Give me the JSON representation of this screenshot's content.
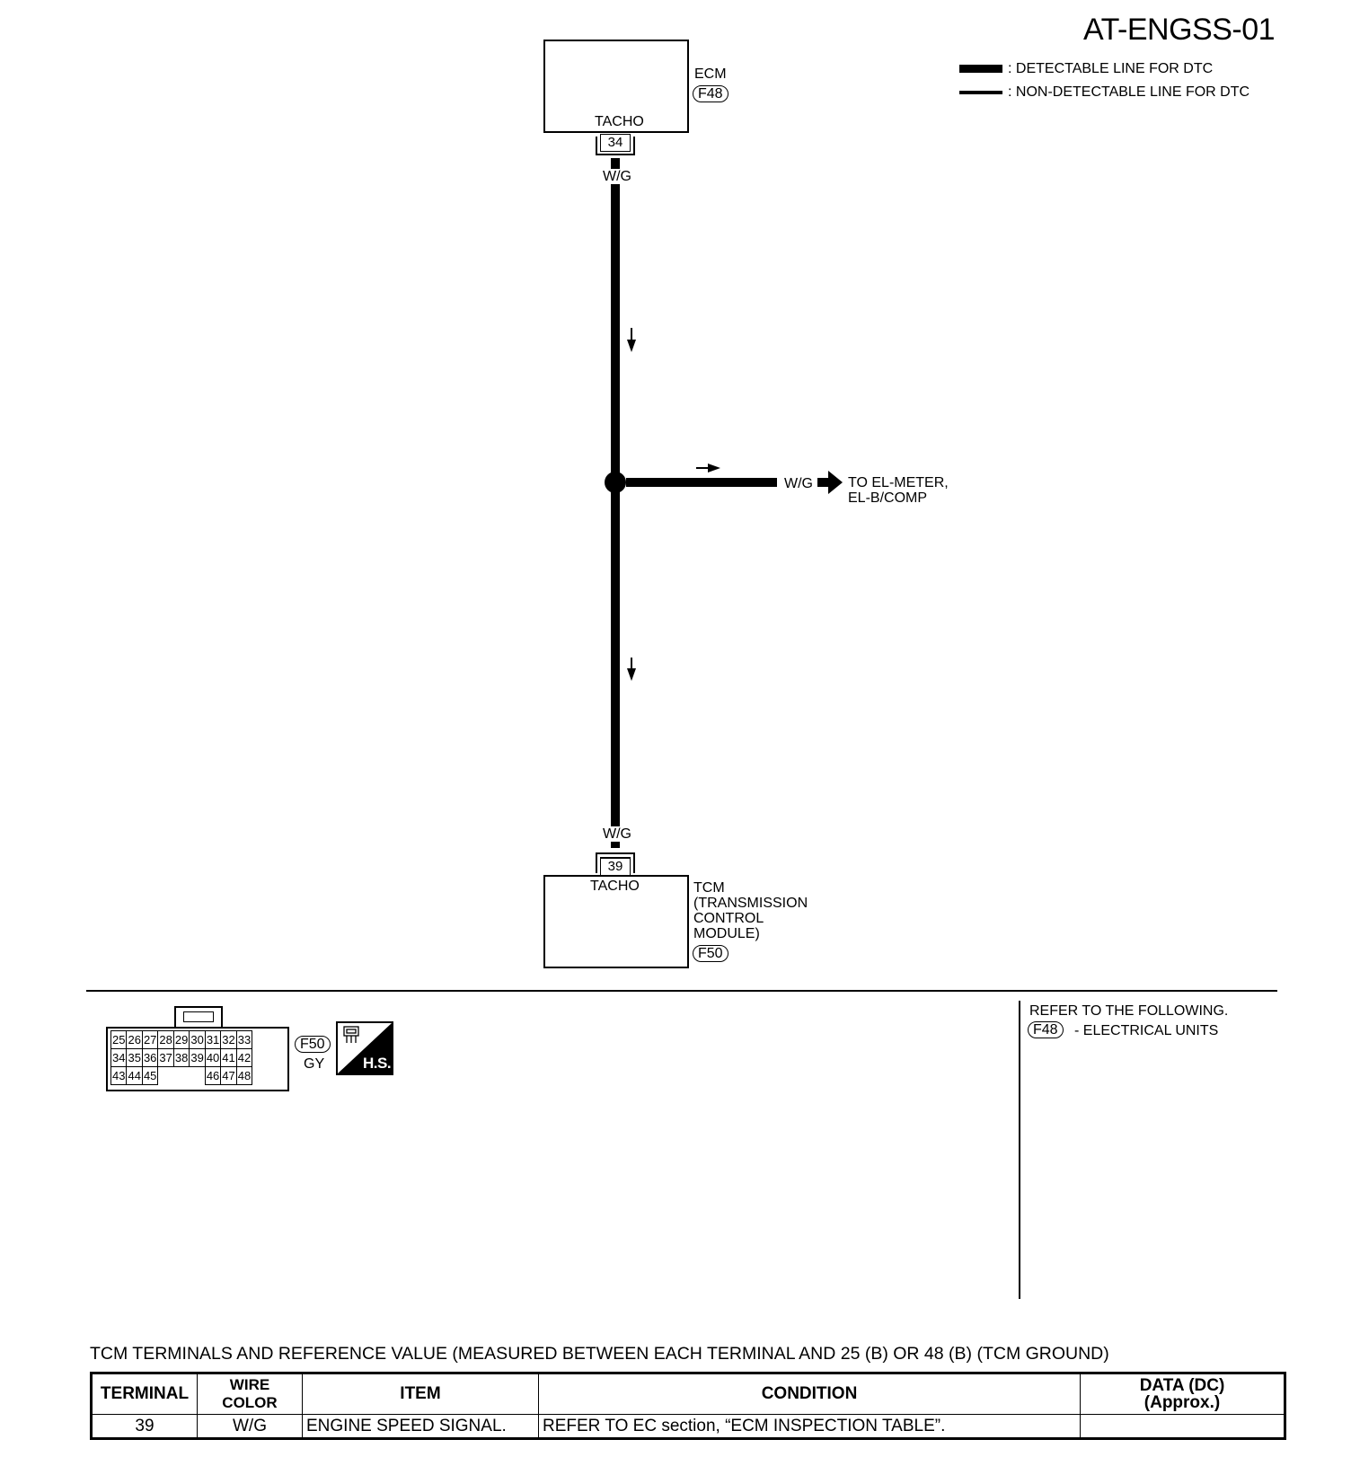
{
  "diagram_id": "AT-ENGSS-01",
  "legend": {
    "detectable": ": DETECTABLE LINE FOR DTC",
    "non_detectable": ": NON-DETECTABLE LINE FOR DTC"
  },
  "ecm": {
    "name": "ECM",
    "connector": "F48",
    "terminal_label": "TACHO",
    "terminal": "34",
    "wire_color": "W/G"
  },
  "branch": {
    "wire_color": "W/G",
    "destination_line1": "TO EL-METER,",
    "destination_line2": "EL-B/COMP"
  },
  "tcm": {
    "wire_color": "W/G",
    "terminal": "39",
    "terminal_label": "TACHO",
    "name_lines": [
      "TCM",
      "(TRANSMISSION",
      "CONTROL",
      "MODULE)"
    ],
    "connector": "F50"
  },
  "connector_view": {
    "rows": [
      [
        "25",
        "26",
        "27",
        "28",
        "29",
        "30",
        "31",
        "32",
        "33"
      ],
      [
        "34",
        "35",
        "36",
        "37",
        "38",
        "39",
        "40",
        "41",
        "42"
      ],
      [
        "43",
        "44",
        "45",
        "",
        "",
        "",
        "46",
        "47",
        "48"
      ]
    ],
    "id": "F50",
    "color": "GY",
    "badge": "H.S."
  },
  "refer": {
    "heading": "REFER TO THE FOLLOWING.",
    "connector": "F48",
    "text": "- ELECTRICAL UNITS"
  },
  "table": {
    "caption": "TCM TERMINALS AND REFERENCE VALUE (MEASURED BETWEEN EACH TERMINAL AND 25 (B) OR 48 (B) (TCM GROUND)",
    "headers": [
      "TERMINAL",
      "WIRE COLOR",
      "ITEM",
      "CONDITION",
      "DATA (DC)",
      "(Approx.)"
    ],
    "row": [
      "39",
      "W/G",
      "ENGINE SPEED SIGNAL.",
      "REFER TO EC section, “ECM INSPECTION TABLE”.",
      ""
    ]
  }
}
